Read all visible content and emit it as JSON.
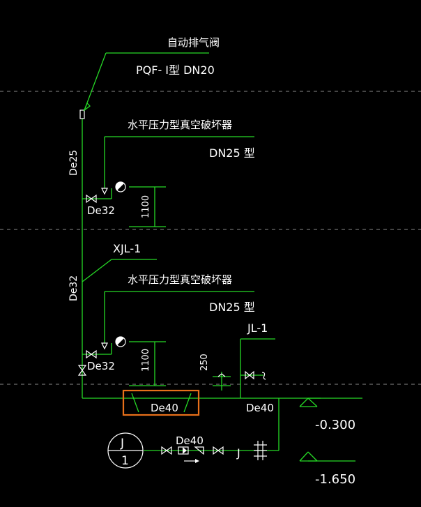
{
  "labels": {
    "air_valve_name": "自动排气阀",
    "air_valve_model": "PQF- Ⅰ型 DN20",
    "breaker_name_upper": "水平压力型真空破坏器",
    "breaker_model_upper": "DN25 型",
    "breaker_name_lower": "水平压力型真空破坏器",
    "breaker_model_lower": "DN25 型",
    "riser_name": "XJL-1",
    "riser_jl": "JL-1",
    "pipe_de25": "De25",
    "pipe_de32_riser": "De32",
    "pipe_de32_upper": "De32",
    "pipe_de32_lower": "De32",
    "pipe_de40_highlight": "De40",
    "pipe_de40_right": "De40",
    "pipe_de40_meter": "De40",
    "dim_1100_upper": "1100",
    "dim_1100_lower": "1100",
    "dim_250": "250",
    "elev_1": "-0.300",
    "elev_2": "-1.650",
    "source_code": "J",
    "source_number": "1",
    "pipe_j": "J"
  },
  "colors": {
    "background": "#000000",
    "pipe": "#26d926",
    "symbol": "#ffffff",
    "highlight": "#e8701a",
    "dashed_line": "#8a8a8a"
  }
}
